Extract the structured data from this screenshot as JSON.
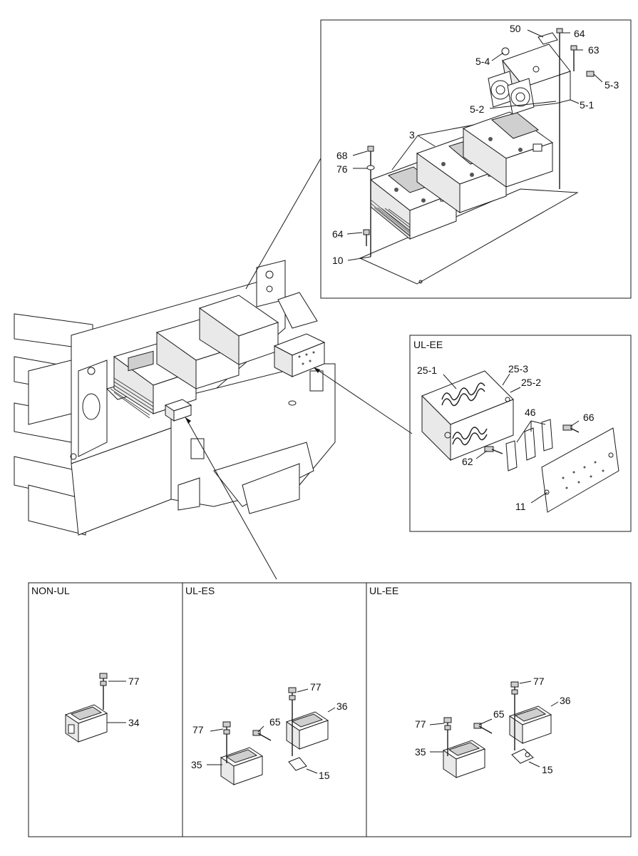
{
  "panels": {
    "inset_ul_ee": {
      "title": "UL-EE"
    },
    "non_ul": {
      "title": "NON-UL"
    },
    "ul_es": {
      "title": "UL-ES"
    },
    "ul_ee": {
      "title": "UL-EE"
    }
  },
  "top_inset_labels": {
    "l50": "50",
    "l64a": "64",
    "l63": "63",
    "l54": "5-4",
    "l53": "5-3",
    "l52": "5-2",
    "l51": "5-1",
    "l3": "3",
    "l68": "68",
    "l76": "76",
    "l64b": "64",
    "l10": "10"
  },
  "ul_ee_inset_labels": {
    "l251": "25-1",
    "l253": "25-3",
    "l252": "25-2",
    "l46": "46",
    "l66": "66",
    "l62": "62",
    "l11": "11"
  },
  "non_ul_labels": {
    "l77": "77",
    "l34": "34"
  },
  "ul_es_labels": {
    "l77a": "77",
    "l36": "36",
    "l77b": "77",
    "l65": "65",
    "l35": "35",
    "l15": "15"
  },
  "ul_ee_labels": {
    "l77a": "77",
    "l36": "36",
    "l77b": "77",
    "l65": "65",
    "l35": "35",
    "l15": "15"
  }
}
